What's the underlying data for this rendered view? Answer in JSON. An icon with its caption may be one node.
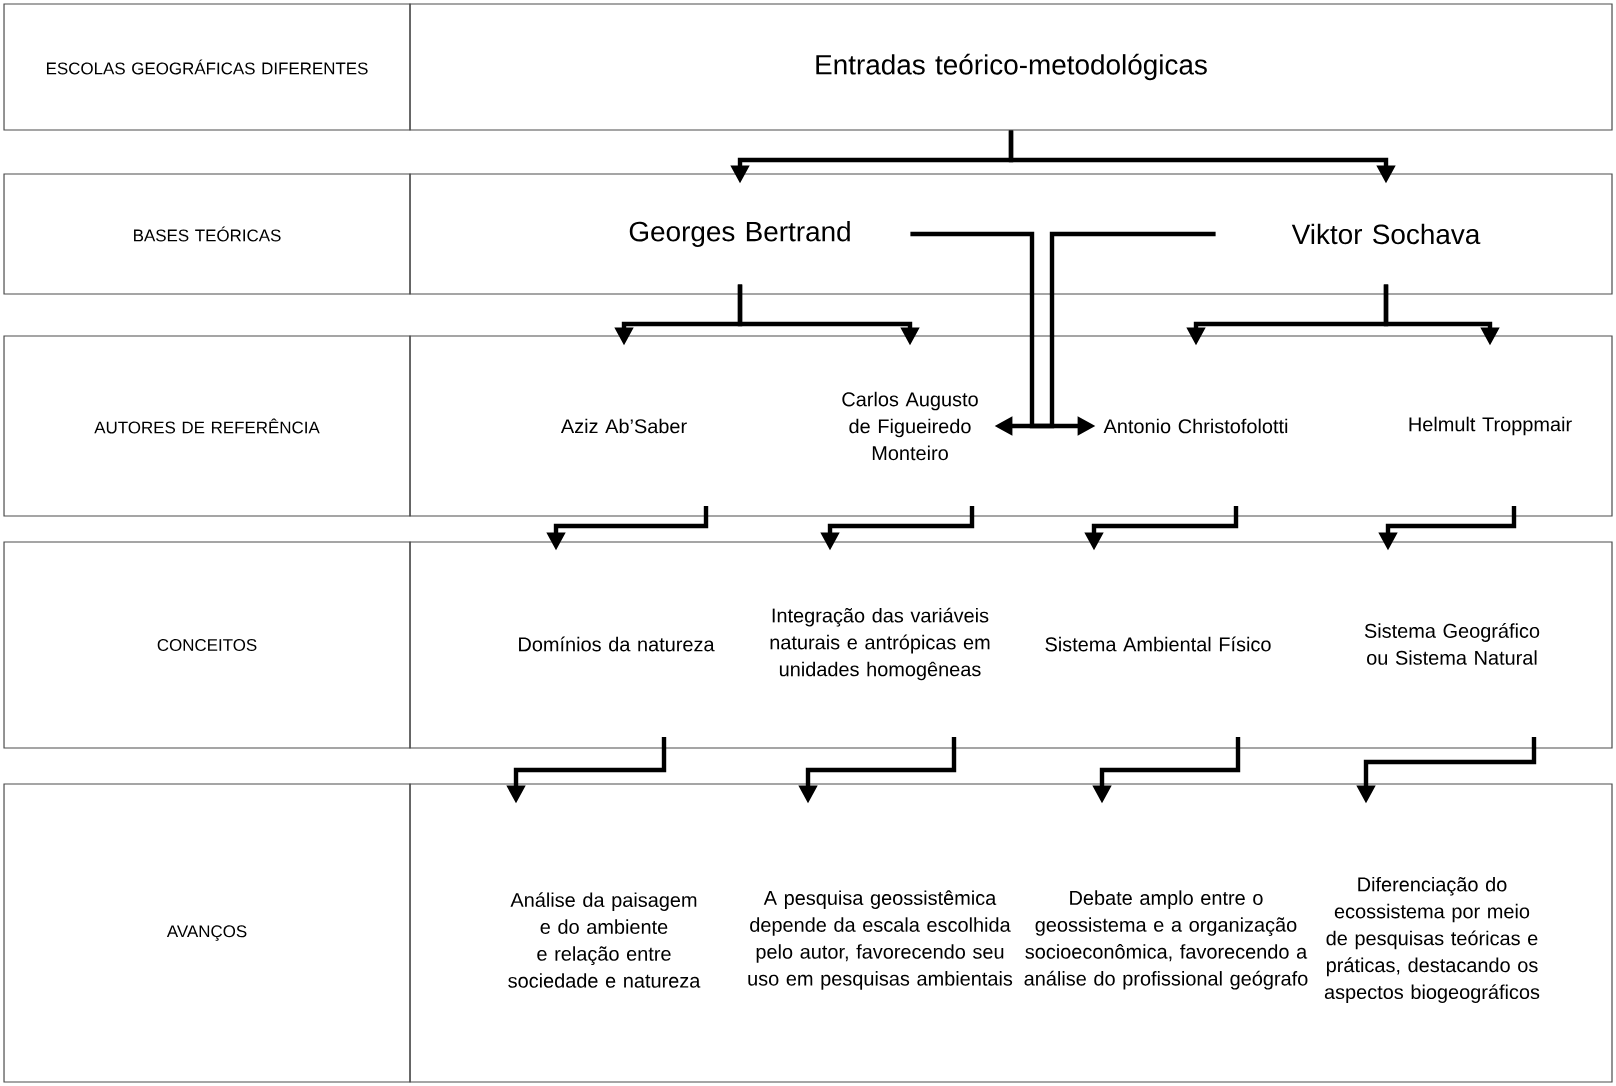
{
  "diagram": {
    "nodes": [
      {
        "text": [
          "ESCOLAS GEOGRÁFICAS DIFERENTES"
        ]
      },
      {
        "text": [
          "Entradas teórico-metodológicas"
        ]
      },
      {
        "text": [
          "BASES TEÓRICAS"
        ]
      },
      {
        "text": [
          "Georges Bertrand"
        ]
      },
      {
        "text": [
          "Viktor Sochava"
        ]
      },
      {
        "text": [
          "AUTORES DE REFERÊNCIA"
        ]
      },
      {
        "text": [
          "Aziz Ab’Saber"
        ]
      },
      {
        "text": [
          "Carlos Augusto de Figueiredo Monteiro"
        ]
      },
      {
        "text": [
          "Antonio Christofolotti"
        ]
      },
      {
        "text": [
          "Helmult Troppmair"
        ]
      },
      {
        "text": [
          "CONCEITOS"
        ]
      },
      {
        "text": [
          "Domínios da natureza"
        ]
      },
      {
        "text": [
          "Integração das variáveis naturais e antrópicas em unidades homogêneas"
        ]
      },
      {
        "text": [
          "Sistema Ambiental Físico"
        ]
      },
      {
        "text": [
          "Sistema Geográfico ou Sistema Natural"
        ]
      },
      {
        "text": [
          "AVANÇOS"
        ]
      },
      {
        "text": [
          "Análise da paisagem e do ambiente e relação entre sociedade e natureza"
        ]
      },
      {
        "text": [
          "A pesquisa geossistêmica depende da escala escolhida pelo autor, favorecendo seu uso em pesquisas ambientais"
        ]
      },
      {
        "text": [
          "Debate amplo entre o geossistema e a organização socioeconômica, favorecendo a análise do profissional geógrafo"
        ]
      },
      {
        "text": [
          "Diferenciação do ecossistema por meio de pesquisas teóricas e práticas, destacando os aspectos biogeográficos"
        ]
      }
    ],
    "edges": [
      {
        "from": 1,
        "to": 3,
        "arrow": "to"
      },
      {
        "from": 1,
        "to": 4,
        "arrow": "to"
      },
      {
        "from": 3,
        "to": 6,
        "arrow": "to"
      },
      {
        "from": 3,
        "to": 7,
        "arrow": "to"
      },
      {
        "from": 4,
        "to": 8,
        "arrow": "to"
      },
      {
        "from": 4,
        "to": 9,
        "arrow": "to"
      },
      {
        "from": 3,
        "to": 8,
        "arrow": "to"
      },
      {
        "from": 4,
        "to": 7,
        "arrow": "to"
      },
      {
        "from": 6,
        "to": 11,
        "arrow": "to"
      },
      {
        "from": 7,
        "to": 12,
        "arrow": "to"
      },
      {
        "from": 8,
        "to": 13,
        "arrow": "to"
      },
      {
        "from": 9,
        "to": 14,
        "arrow": "to"
      },
      {
        "from": 11,
        "to": 16,
        "arrow": "to"
      },
      {
        "from": 12,
        "to": 17,
        "arrow": "to"
      },
      {
        "from": 13,
        "to": 18,
        "arrow": "to"
      },
      {
        "from": 14,
        "to": 19,
        "arrow": "to"
      }
    ]
  }
}
